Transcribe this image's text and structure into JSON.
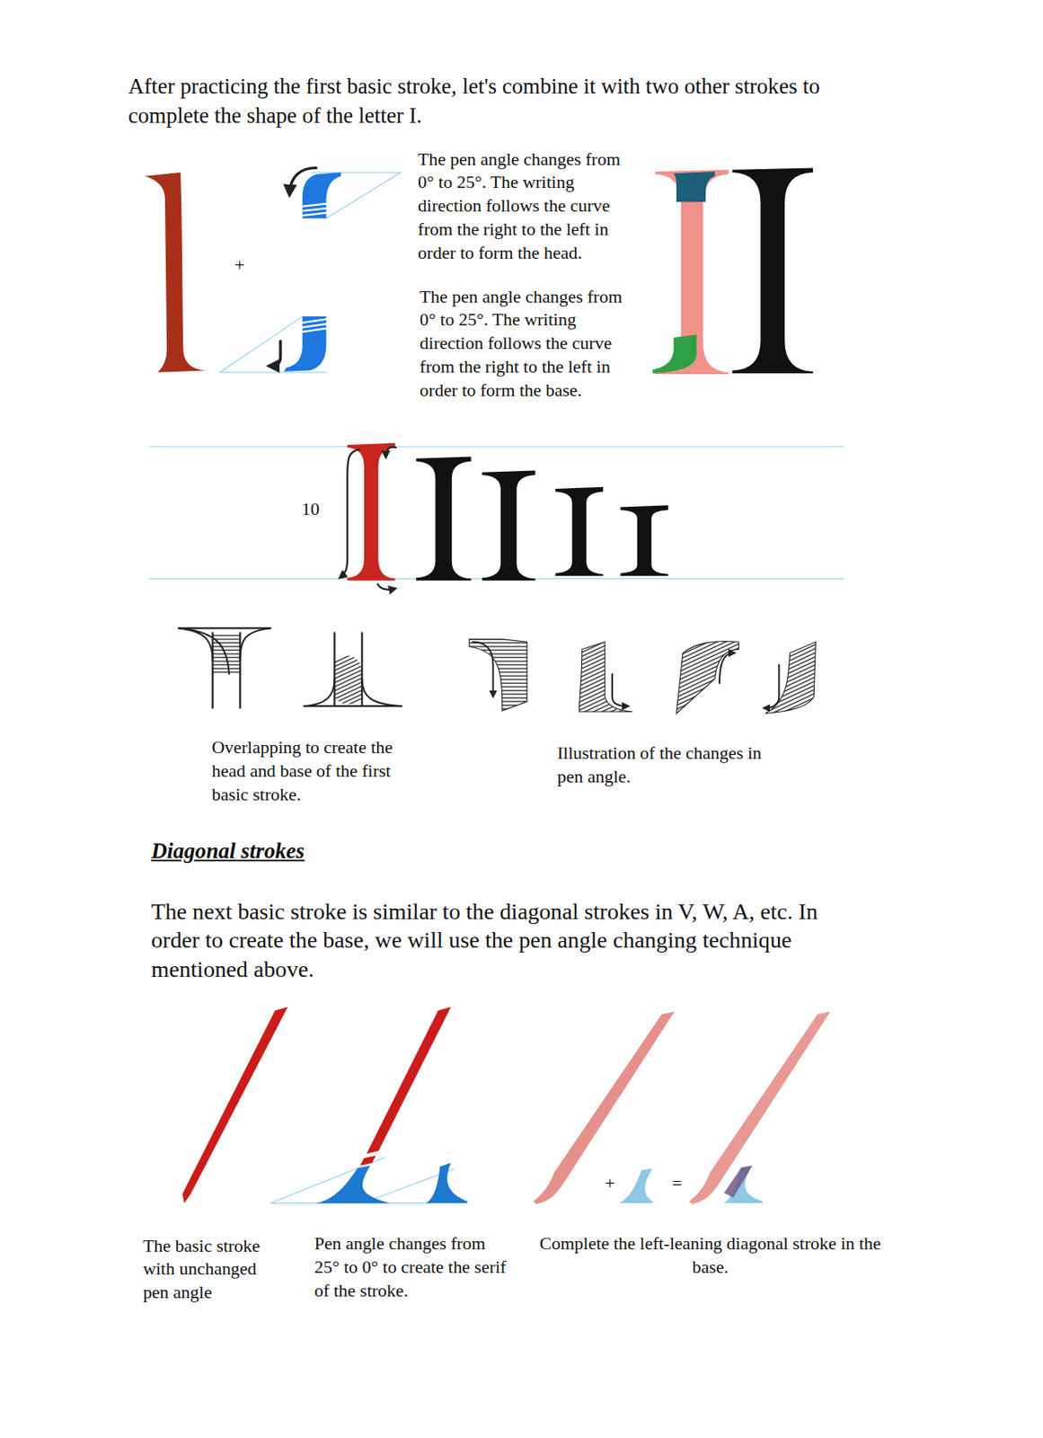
{
  "diagram": {
    "labels": [
      "After practicing the first basic stroke, let's combine it with two other strokes to complete the shape of the letter I.",
      "+",
      "The pen angle changes from 0° to 25°. The writing direction follows the curve from the right to the left in order to form the head.",
      "The pen angle changes from 0° to 25°. The writing direction follows the curve from the right to the left in order to form the base.",
      "10",
      "Overlapping to create the head and base of the first basic stroke.",
      "Illustration of the changes in pen angle.",
      "Diagonal strokes",
      "The next basic stroke is similar to the diagonal strokes in V, W, A, etc. In order to create the base, we will use the pen angle changing technique mentioned above.",
      "+",
      "=",
      "The basic stroke with unchanged pen angle",
      "Pen angle changes from 25° to 0° to create the serif of the stroke.",
      "Complete the left-leaning diagonal stroke in the base."
    ]
  }
}
